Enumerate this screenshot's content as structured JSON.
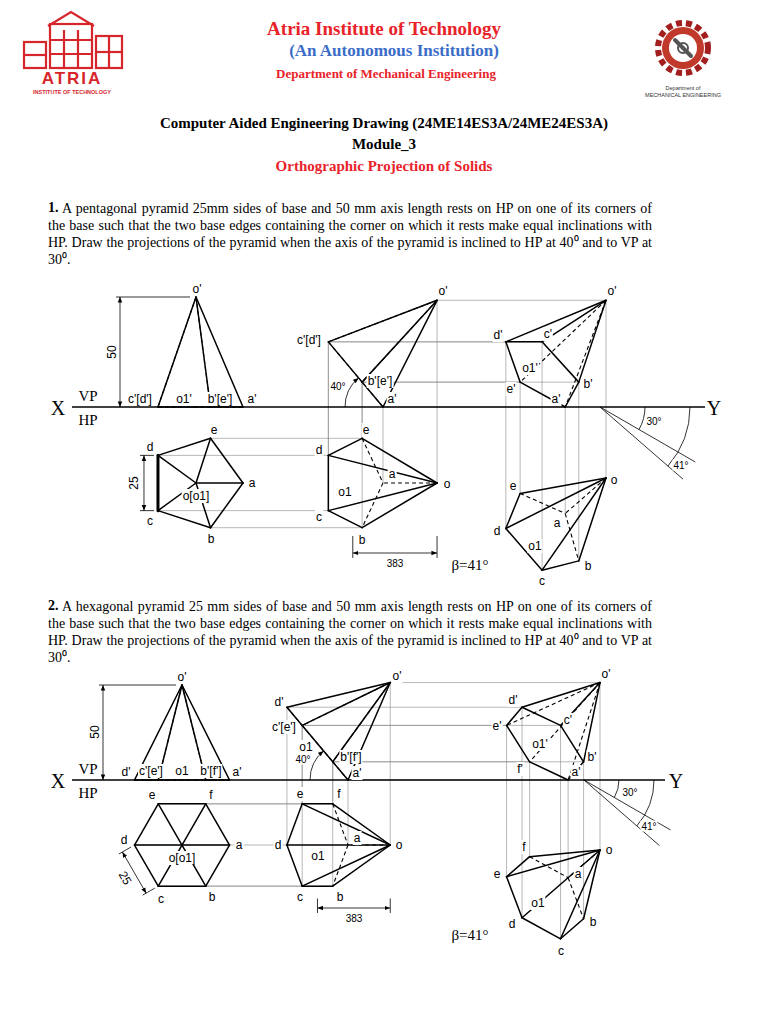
{
  "diagram": {
    "title": "Atria Institute of Technology",
    "labels": [
      "(An Autonomous Institution)",
      "Department of Mechanical Engineering",
      "ATRIA",
      "INSTITUTE OF TECHNOLOGY",
      "Department of",
      "MECHANICAL ENGINEERING",
      "Computer Aided Engineering Drawing (24ME14ES3A/24ME24ES3A)",
      "Module_3",
      "Orthographic Projection of Solids",
      "1.",
      "A pentagonal pyramid 25mm sides of base and 50 mm axis length rests on HP on one of its corners of the base such that the two base edges containing the corner on which it rests make equal inclinations with HP. Draw the projections of the pyramid when the axis of the pyramid is inclined to HP at 40⁰ and to VP at 30⁰.",
      "o'",
      "50",
      "c'[d']",
      "o1'",
      "b'[e']",
      "a'",
      "X",
      "VP",
      "HP",
      "Y",
      "d",
      "e",
      "a",
      "o[o1]",
      "c",
      "b",
      "25",
      "o'",
      "c'[d']",
      "b'[e']",
      "a'",
      "40°",
      "d",
      "e",
      "a",
      "o1",
      "o",
      "c",
      "b",
      "383",
      "o'",
      "d'",
      "c'",
      "o1'",
      "e'",
      "b'",
      "a'",
      "41°",
      "30°",
      "o",
      "e",
      "a",
      "d",
      "o1",
      "b",
      "c",
      "β=41°",
      "2.",
      "A hexagonal pyramid 25 mm sides of base and 50 mm axis length rests on HP on one of its corners of the base such that the two base edges containing the corner on which it rests make equal inclinations with HP. Draw the projections of the pyramid when the axis of the pyramid is inclined to HP at 40⁰ and to VP at 30⁰.",
      "o'",
      "50",
      "d'",
      "c'[e']",
      "o1",
      "b'[f']",
      "a'",
      "X",
      "VP",
      "HP",
      "Y",
      "e",
      "f",
      "d",
      "a",
      "o[o1]",
      "c",
      "b",
      "25",
      "o'",
      "d'",
      "c'[e']",
      "o1",
      "b'[f']",
      "a'",
      "40°",
      "e",
      "f",
      "d",
      "a",
      "o1",
      "o",
      "c",
      "b",
      "383",
      "o'",
      "d'",
      "e'",
      "c'",
      "o1'",
      "f'",
      "b'",
      "a'",
      "41°",
      "30°",
      "f",
      "e",
      "o",
      "a",
      "o1",
      "d",
      "b",
      "c",
      "β=41°"
    ]
  }
}
